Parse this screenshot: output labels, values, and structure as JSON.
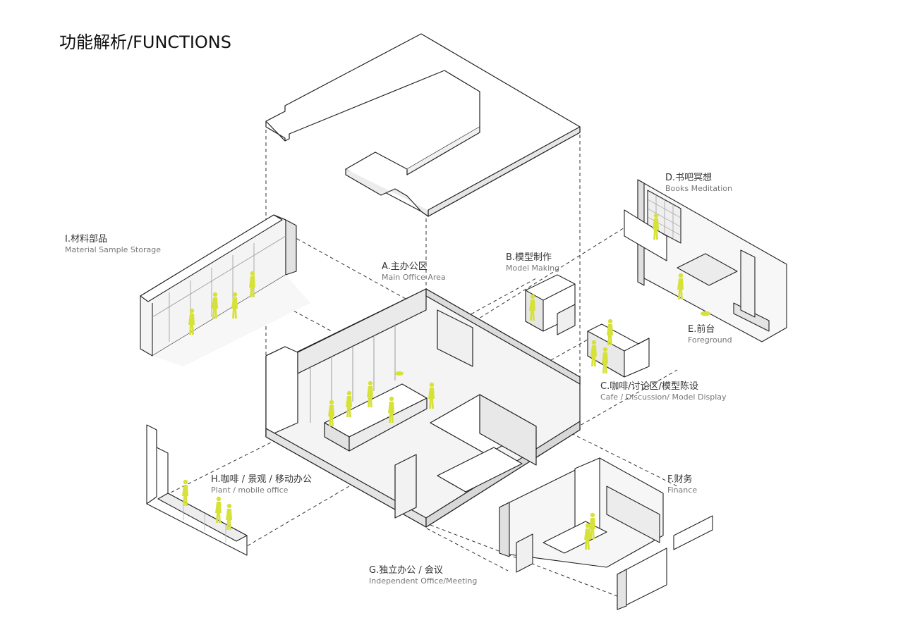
{
  "title": "功能解析/FUNCTIONS",
  "colors": {
    "figure": "#d6e23a",
    "line": "#222222",
    "wall_light": "#ffffff",
    "wall_mid": "#eeeeee",
    "wall_dark": "#d8d8d8",
    "floor": "#f2f2f2"
  },
  "labels": {
    "A": {
      "cn": "A.主办公区",
      "en": "Main Office Area"
    },
    "B": {
      "cn": "B.模型制作",
      "en": "Model Making"
    },
    "C": {
      "cn": "C.咖啡/讨论区/模型陈设",
      "en": "Cafe / Discussion/ Model Display"
    },
    "D": {
      "cn": "D.书吧冥想",
      "en": "Books Meditation"
    },
    "E": {
      "cn": "E.前台",
      "en": "Foreground"
    },
    "F": {
      "cn": "F.财务",
      "en": "Finance"
    },
    "G": {
      "cn": "G.独立办公 / 会议",
      "en": "Independent Office/Meeting"
    },
    "H": {
      "cn": "H.咖啡 / 景观 / 移动办公",
      "en": "Plant / mobile office"
    },
    "I": {
      "cn": "I.材料部品",
      "en": "Material Sample Storage"
    }
  }
}
